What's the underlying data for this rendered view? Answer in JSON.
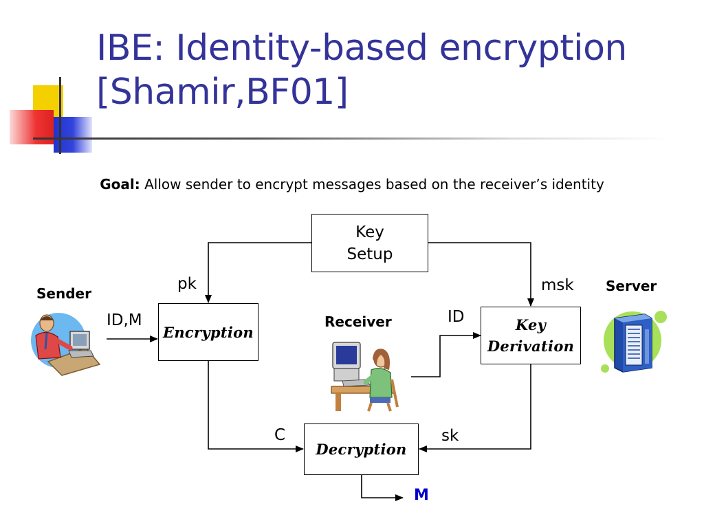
{
  "slide": {
    "title_line1": "IBE: Identity-based encryption",
    "title_line2": "[Shamir,BF01]",
    "goal_label": "Goal:",
    "goal_text": " Allow sender to encrypt messages based on the receiver’s identity",
    "title_color": "#333399"
  },
  "diagram": {
    "key_setup_line1": "Key",
    "key_setup_line2": "Setup",
    "encryption": "Encryption",
    "key_derivation_line1": "Key",
    "key_derivation_line2": "Derivation",
    "decryption": "Decryption",
    "edge_pk": "pk",
    "edge_msk": "msk",
    "edge_idm": "ID,M",
    "edge_id": "ID",
    "edge_c": "C",
    "edge_sk": "sk",
    "output_m": "M",
    "output_color": "#0000cc"
  },
  "roles": {
    "sender": "Sender",
    "receiver": "Receiver",
    "server": "Server"
  },
  "icons": {
    "sender_clipart": "sender-at-computer-icon",
    "receiver_clipart": "receiver-at-computer-icon",
    "server_clipart": "server-icon"
  }
}
